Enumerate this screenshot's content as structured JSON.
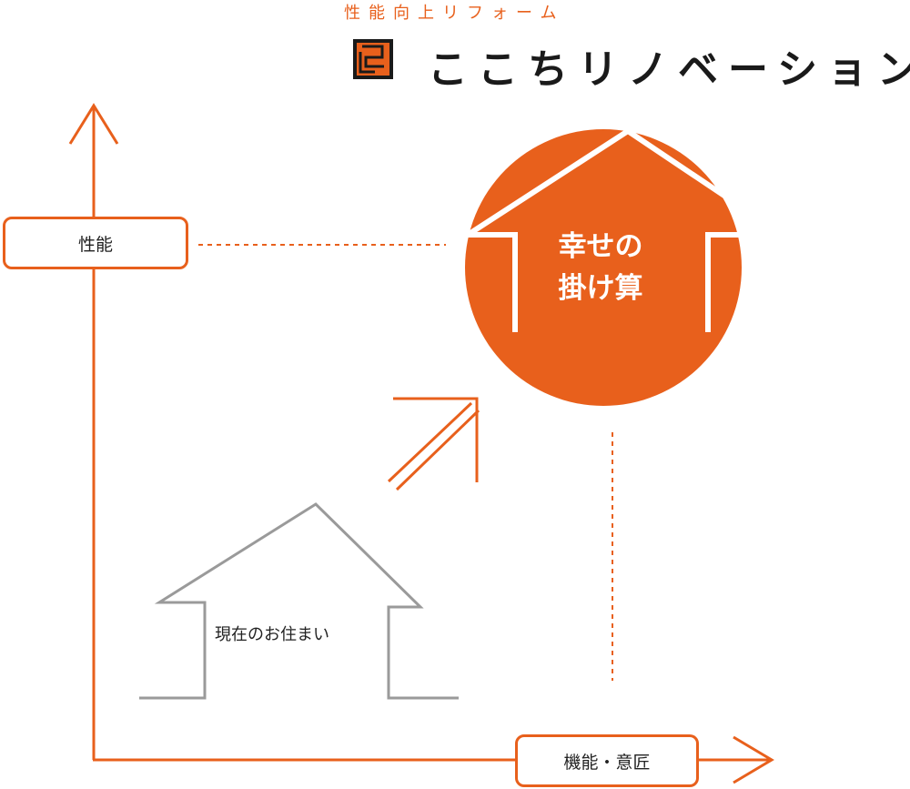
{
  "header": {
    "tagline": "性能向上リフォーム",
    "brand": "ここちリノベーション"
  },
  "axes": {
    "vertical_label": "性能",
    "horizontal_label": "機能・意匠"
  },
  "goal": {
    "line1": "幸せの",
    "line2": "掛け算"
  },
  "current": {
    "label": "現在のお住まい"
  },
  "colors": {
    "accent": "#e8601c",
    "house_outline": "#9a9a9a",
    "text": "#222222",
    "logo_dark": "#1a1a1a"
  }
}
